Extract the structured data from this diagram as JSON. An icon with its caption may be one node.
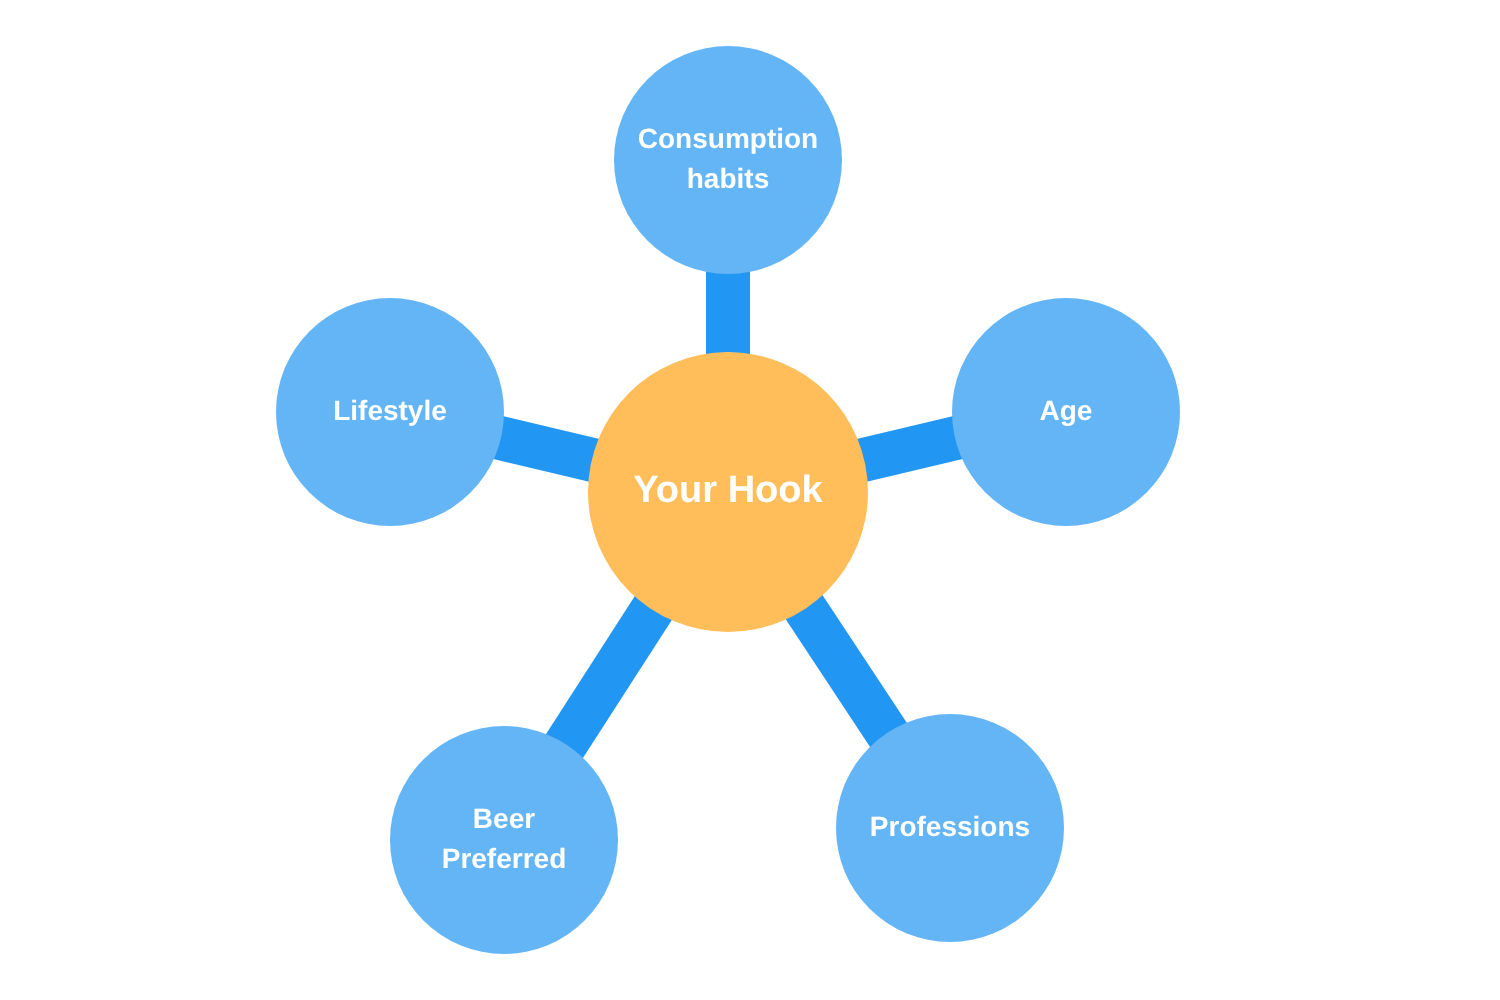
{
  "diagram": {
    "nodes": [
      {
        "text": [
          "Your Hook"
        ]
      },
      {
        "text": [
          "Consumption habits"
        ]
      },
      {
        "text": [
          "Lifestyle"
        ]
      },
      {
        "text": [
          "Age"
        ]
      },
      {
        "text": [
          "Beer Preferred"
        ]
      },
      {
        "text": [
          "Professions"
        ]
      }
    ],
    "edges": [
      {
        "from": 0,
        "to": 1,
        "arrow": "none"
      },
      {
        "from": 0,
        "to": 2,
        "arrow": "none"
      },
      {
        "from": 0,
        "to": 3,
        "arrow": "none"
      },
      {
        "from": 0,
        "to": 4,
        "arrow": "none"
      },
      {
        "from": 0,
        "to": 5,
        "arrow": "none"
      }
    ]
  }
}
